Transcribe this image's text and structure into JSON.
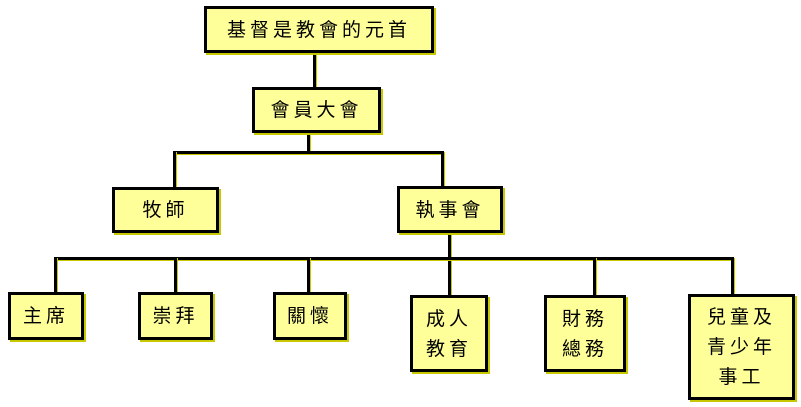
{
  "nodes": {
    "head": "基督是教會的元首",
    "assembly": "會員大會",
    "pastor": "牧師",
    "deacons": "執事會",
    "chair": "主席",
    "worship": "崇拜",
    "care": "關懷",
    "adult_edu": [
      "成人",
      "教育"
    ],
    "finance": [
      "財務",
      "總務"
    ],
    "youth": [
      "兒童及",
      "青少年",
      "事工"
    ]
  },
  "colors": {
    "box_fill": "#ffff99",
    "border": "#000000",
    "shadow": "#c8c800"
  }
}
